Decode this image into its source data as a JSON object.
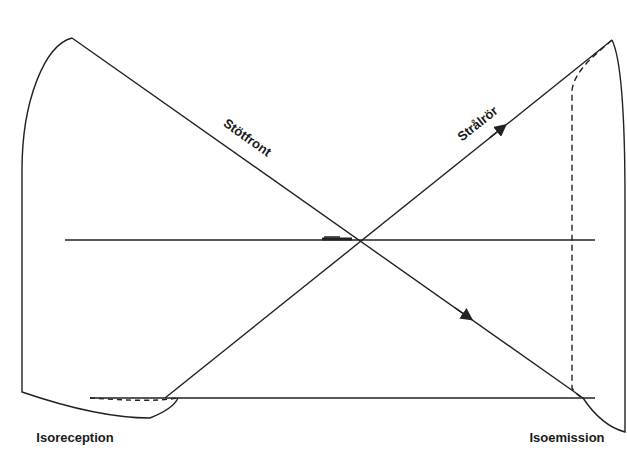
{
  "diagram": {
    "labels": [
      "Stötfront",
      "Strålrör",
      "Isoreception",
      "Isoemission"
    ]
  }
}
